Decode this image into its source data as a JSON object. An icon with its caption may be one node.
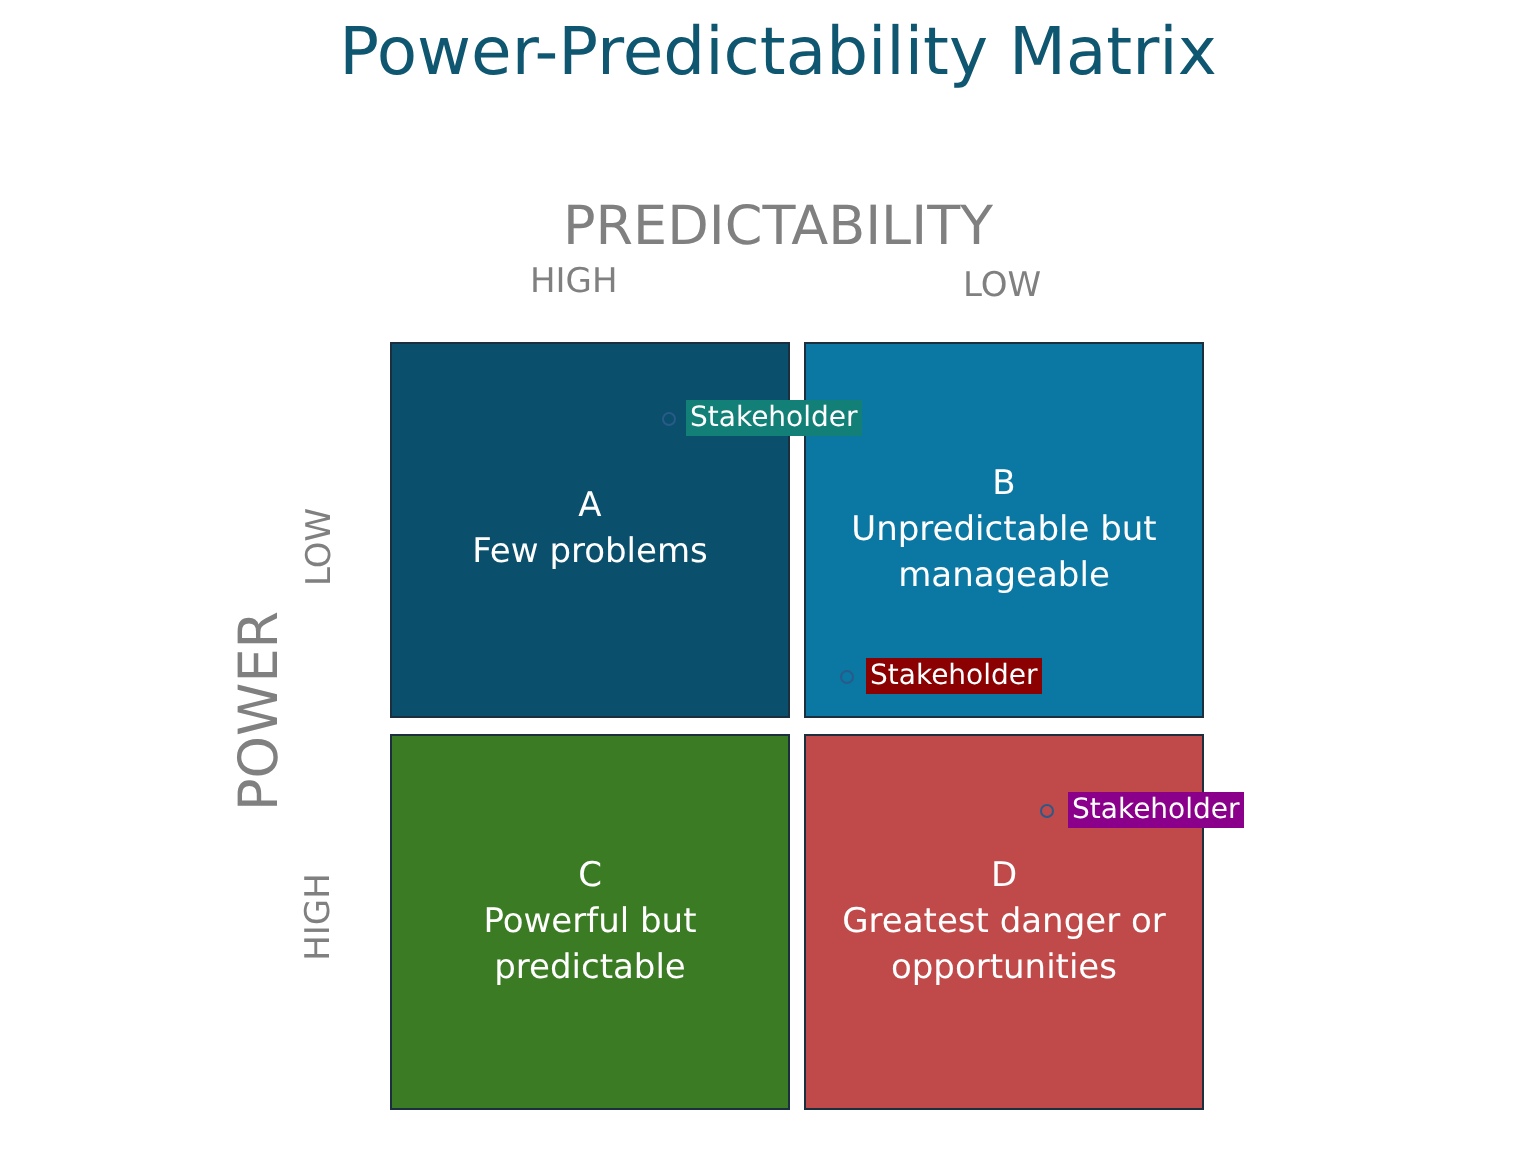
{
  "diagram": {
    "title": "Power-Predictability Matrix",
    "nodes": [
      {
        "text": [
          "A",
          "Few problems"
        ]
      },
      {
        "text": [
          "B",
          "Unpredictable but manageable"
        ]
      },
      {
        "text": [
          "C",
          "Powerful but predictable"
        ]
      },
      {
        "text": [
          "D",
          "Greatest danger or opportunities"
        ]
      }
    ],
    "edges": [],
    "labels": [
      "PREDICTABILITY",
      "HIGH",
      "LOW",
      "Stakeholder",
      "LOW",
      "Stakeholder",
      "POWER",
      "Stakeholder",
      "HIGH"
    ]
  }
}
